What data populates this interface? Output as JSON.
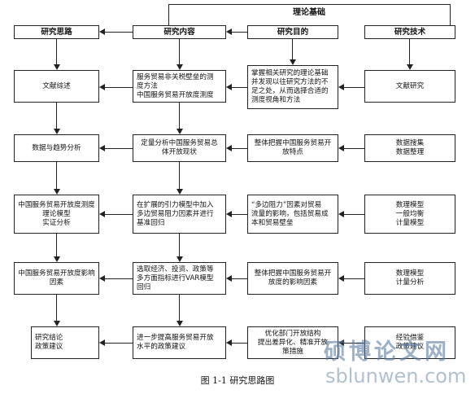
{
  "diagram": {
    "top_label": "理论基础",
    "headers": [
      "研究思路",
      "研究内容",
      "研究目的",
      "研究技术"
    ],
    "rows": [
      [
        "文献综述",
        "服务贸易非关税壁垒的测\n度方法\n中国服务贸易开放度测度",
        "掌握相关研究的理论基础\n并发现以往研究方法的不\n足之处，从而选择合适的\n测度视角和方法",
        "文献研究"
      ],
      [
        "数据与趋势分析",
        "定量分析中国服务贸易总\n体开放现状",
        "整体把握中国服务贸易开\n放特点",
        "数据搜集\n数据整理"
      ],
      [
        "中国服务贸易开放度测度\n理论模型\n实证分析",
        "在扩展的引力模型中加入\n多边贸易阻力因素并进行\n基准回归",
        "“多边阻力”因素对贸易\n流量的影响，包括贸易成\n本和贸易壁垒",
        "数理模型\n一般均衡\n计量模型"
      ],
      [
        "中国服务贸易开放度影响\n因素",
        "选取经济、投资、政策等\n多方面指标进行VAR模型\n回归",
        "整体把握中国服务贸易开\n放度的影响因素",
        "数理模型\n计量分析"
      ],
      [
        "研究结论\n政策建议",
        "进一步提高服务贸易开放\n水平的政策建议",
        "优化部门开放结构\n提出差异化、精准开放\n策措施",
        "经验借鉴\n政策建议"
      ]
    ],
    "caption": "图 1-1  研究思路图",
    "watermark": {
      "cn": "硕博论文网",
      "en": "sblunwen.com"
    }
  }
}
